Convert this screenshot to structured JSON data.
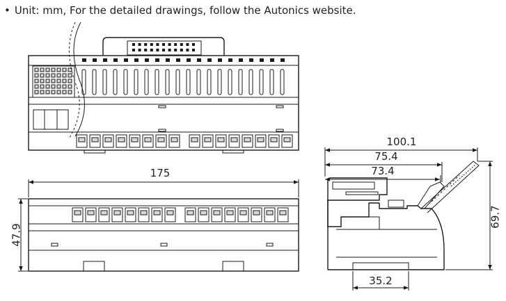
{
  "note": {
    "bullet": "•",
    "text": "Unit: mm, For the detailed drawings, follow the Autonics website."
  },
  "dimensions": {
    "front_width": "175",
    "front_height": "47.9",
    "side_total_depth": "100.1",
    "side_depth_mid": "75.4",
    "side_depth_inner": "73.4",
    "side_height": "69.7",
    "side_rail": "35.2"
  }
}
